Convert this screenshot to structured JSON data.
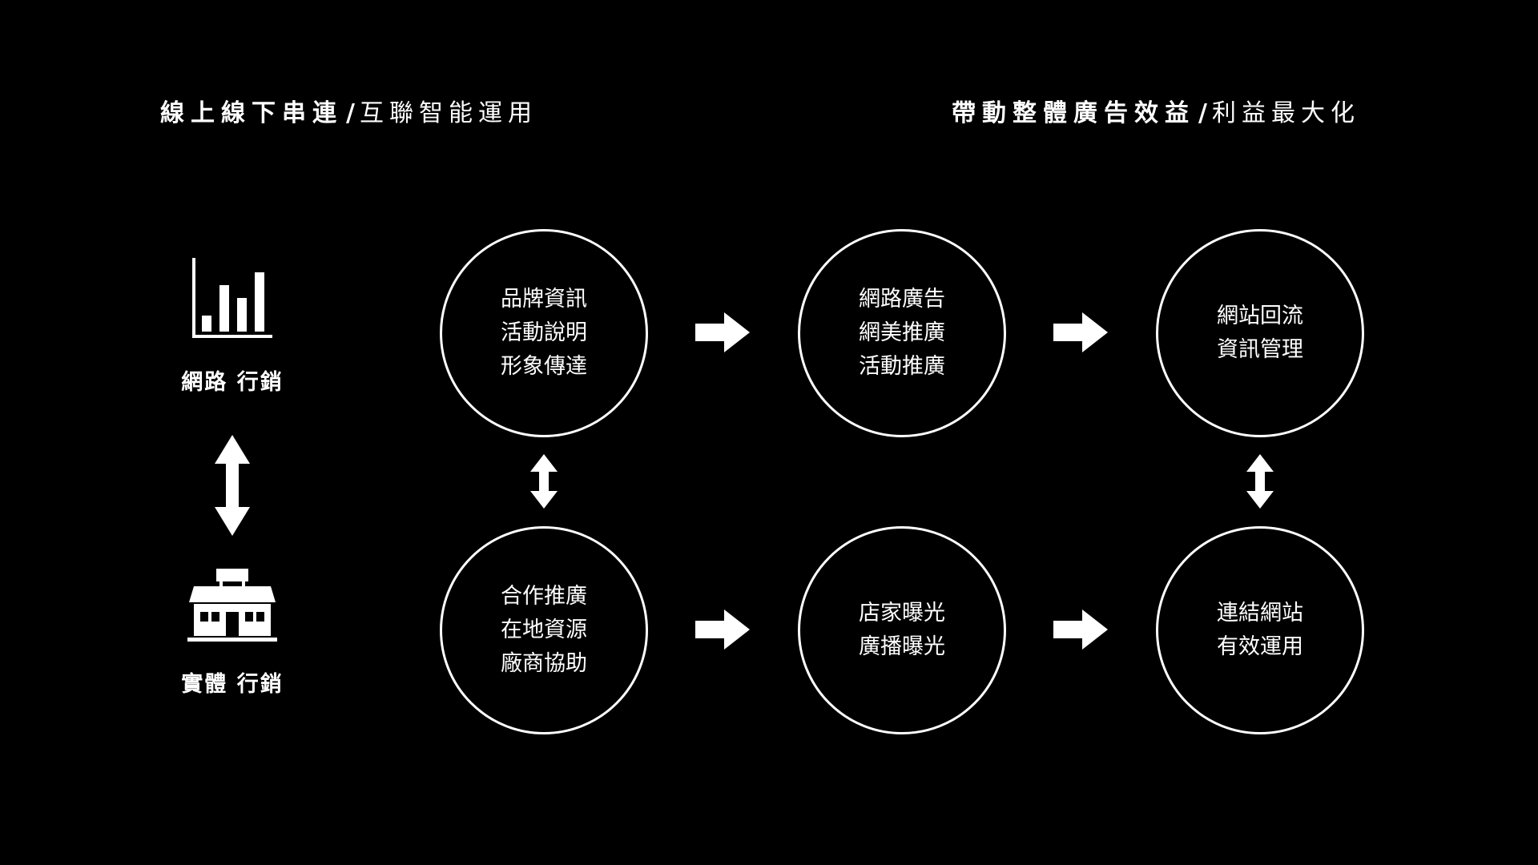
{
  "header_left": {
    "bold": "線上線下串連",
    "sep": "/",
    "light": "互聯智能運用"
  },
  "header_right": {
    "bold": "帶動整體廣告效益",
    "sep": "/",
    "light": "利益最大化"
  },
  "side": {
    "online_label": "網路 行銷",
    "offline_label": "實體 行銷",
    "online_icon": "bar-chart-icon",
    "offline_icon": "storefront-icon"
  },
  "nodes": {
    "r1c1": [
      "品牌資訊",
      "活動說明",
      "形象傳達"
    ],
    "r1c2": [
      "網路廣告",
      "網美推廣",
      "活動推廣"
    ],
    "r1c3": [
      "網站回流",
      "資訊管理"
    ],
    "r2c1": [
      "合作推廣",
      "在地資源",
      "廠商協助"
    ],
    "r2c2": [
      "店家曝光",
      "廣播曝光"
    ],
    "r2c3": [
      "連結網站",
      "有效運用"
    ]
  },
  "colors": {
    "background": "#000000",
    "foreground": "#ffffff"
  }
}
